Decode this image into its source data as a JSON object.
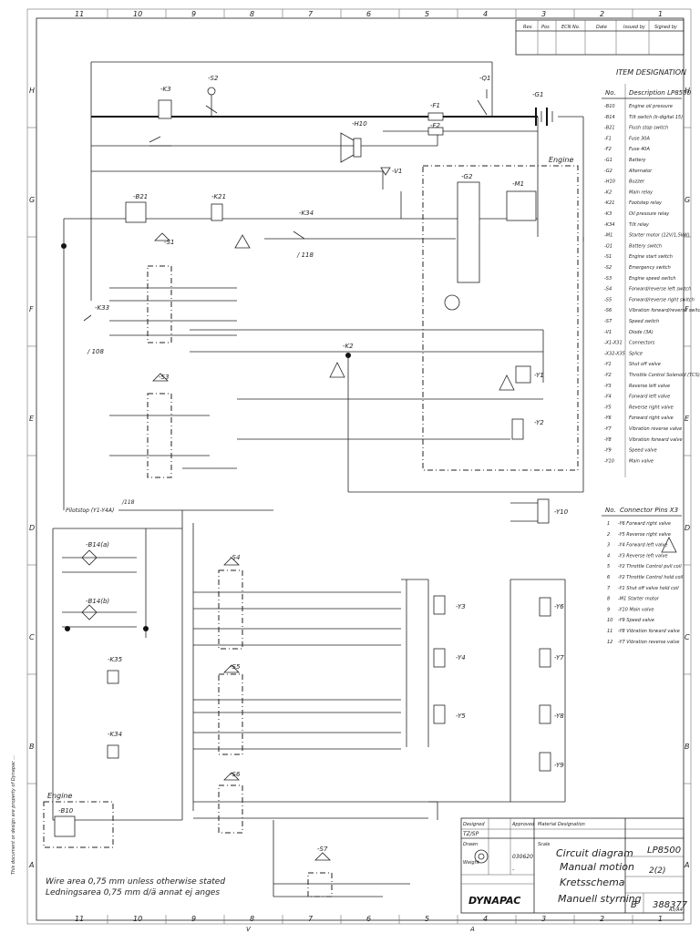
{
  "border": {
    "columns": [
      "11",
      "10",
      "9",
      "8",
      "7",
      "6",
      "5",
      "4",
      "3",
      "2",
      "1"
    ],
    "rows": [
      "H",
      "G",
      "F",
      "E",
      "D",
      "C",
      "B",
      "A"
    ]
  },
  "revision_header": [
    "Rev.",
    "Pos",
    "ECN No.",
    "Date",
    "Issued by",
    "Signed by"
  ],
  "item_designation": {
    "title": "ITEM DESIGNATION",
    "header_no": "No.",
    "header_desc": "Description LP8500",
    "rows": [
      [
        "-B10",
        "Engine oil pressure"
      ],
      [
        "-B14",
        "Tilt switch (k-digital 15)"
      ],
      [
        "-B21",
        "Flush stop switch"
      ],
      [
        "-F1",
        "Fuse 30A"
      ],
      [
        "-F2",
        "Fuse 40A"
      ],
      [
        "-G1",
        "Battery"
      ],
      [
        "-G2",
        "Alternator"
      ],
      [
        "-H10",
        "Buzzer"
      ],
      [
        "-K2",
        "Main relay"
      ],
      [
        "-K21",
        "Footstep relay"
      ],
      [
        "-K3",
        "Oil pressure relay"
      ],
      [
        "-K34",
        "Tilt relay"
      ],
      [
        "-M1",
        "Starter motor (12V/1,5kW)"
      ],
      [
        "-Q1",
        "Battery switch"
      ],
      [
        "-S1",
        "Engine start switch"
      ],
      [
        "-S2",
        "Emergency switch"
      ],
      [
        "-S3",
        "Engine speed switch"
      ],
      [
        "-S4",
        "Forward/reverse left switch"
      ],
      [
        "-S5",
        "Forward/reverse right switch"
      ],
      [
        "-S6",
        "Vibration forward/reverse switch"
      ],
      [
        "-S7",
        "Speed switch"
      ],
      [
        "-V1",
        "Diode (3A)"
      ],
      [
        "-X1-X31",
        "Connectors"
      ],
      [
        "-X32-X35",
        "Splice"
      ],
      [
        "-Y1",
        "Shut off valve"
      ],
      [
        "-Y2",
        "Throttle Control Solenoid (TCS)"
      ],
      [
        "-Y3",
        "Reverse left valve"
      ],
      [
        "-Y4",
        "Forward left valve"
      ],
      [
        "-Y5",
        "Reverse right valve"
      ],
      [
        "-Y6",
        "Forward right valve"
      ],
      [
        "-Y7",
        "Vibration reverse valve"
      ],
      [
        "-Y8",
        "Vibration forward valve"
      ],
      [
        "-Y9",
        "Speed valve"
      ],
      [
        "-Y10",
        "Main valve"
      ]
    ]
  },
  "connector_pins": {
    "title": "Connector Pins X3",
    "header_no": "No.",
    "rows": [
      [
        "1",
        "-Y6 Forward right valve"
      ],
      [
        "2",
        "-Y5 Reverse right valve"
      ],
      [
        "3",
        "-Y4 Forward left valve"
      ],
      [
        "4",
        "-Y3 Reverse left valve"
      ],
      [
        "5",
        "-Y2 Throttle Control pull coil"
      ],
      [
        "6",
        "-Y2 Throttle Control hold coil"
      ],
      [
        "7",
        "-Y1 Shut off valve hold coil"
      ],
      [
        "8",
        "-M1 Starter motor"
      ],
      [
        "9",
        "-Y10 Main valve"
      ],
      [
        "10",
        "-Y9 Speed valve"
      ],
      [
        "11",
        "-Y8 Vibration forward valve"
      ],
      [
        "12",
        "-Y7 Vibration reverse valve"
      ]
    ]
  },
  "labels": {
    "k3": "-K3",
    "s2": "-S2",
    "q1": "-Q1",
    "f1": "-F1",
    "f2": "-F2",
    "g1": "-G1",
    "h10": "-H10",
    "v1": "-V1",
    "g2": "-G2",
    "m1": "-M1",
    "b21": "-B21",
    "k21": "-K21",
    "k34": "-K34",
    "s1": "-S1",
    "s3": "-S3",
    "k2": "-K2",
    "k33": "-K33",
    "y1": "-Y1",
    "y2": "-Y2",
    "y10": "-Y10",
    "s4": "-S4",
    "s5": "-S5",
    "s6": "-S6",
    "s7": "-S7",
    "y3": "-Y3",
    "y4": "-Y4",
    "y5": "-Y5",
    "y6": "-Y6",
    "y7": "-Y7",
    "y8": "-Y8",
    "y9": "-Y9",
    "k35": "-K35",
    "k34b": "-K34",
    "b10": "-B10",
    "b14a": "-B14(a)",
    "b14b": "-B14(b)",
    "engine_top": "Engine",
    "engine_box": "Engine",
    "pilotstop": "Pilotstop (Y1-Y4A)",
    "f118": "/118",
    "ref_108": "/ 108",
    "ref_118": "/ 118"
  },
  "wire_note": [
    "Wire area 0,75 mm unless otherwise stated",
    "Ledningsarea 0,75 mm d/ä annat ej anges"
  ],
  "side_note": "This document or design are property of Dynapac ...",
  "title_block": {
    "designed_label": "Designed",
    "designed_value": "TZ/SP",
    "approved_label": "Approved",
    "material_label": "Material Designation",
    "drawn_label": "Drawn",
    "date_value": "030620",
    "weight_label": "Weight",
    "weight_value": "-",
    "desc_lines": [
      "Circuit diagram",
      "Manual motion",
      "Kretsschema",
      "Manuell styrning"
    ],
    "scale_label": "Scale",
    "model": "LP8500",
    "sheet": "2(2)",
    "rev": "B",
    "drawing_no": "388377",
    "logo": "DYNAPAC",
    "format": "A3/A4"
  },
  "bottom_marks": [
    "V",
    "A"
  ]
}
